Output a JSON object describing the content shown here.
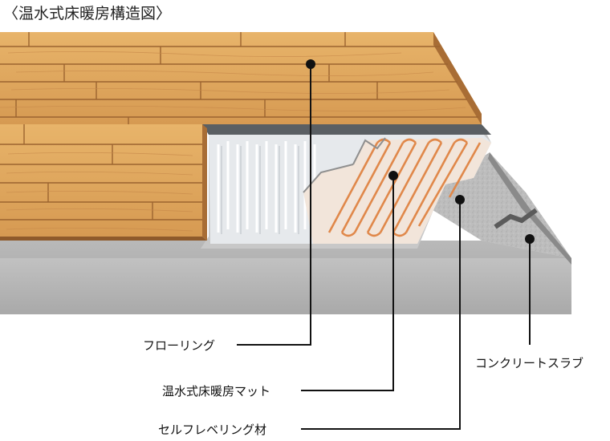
{
  "title": "〈温水式床暖房構造図〉",
  "labels": {
    "flooring": "フローリング",
    "heating_mat": "温水式床暖房マット",
    "leveling": "セルフレベリング材",
    "slab": "コンクリートスラブ"
  },
  "colors": {
    "wood_light": "#e3ab5f",
    "wood_dark": "#b4763a",
    "mat": "#e9ecef",
    "pipe": "#e0884a",
    "concrete": "#bdbdbd",
    "concrete_dark": "#7d7d7d",
    "line": "#111111"
  }
}
